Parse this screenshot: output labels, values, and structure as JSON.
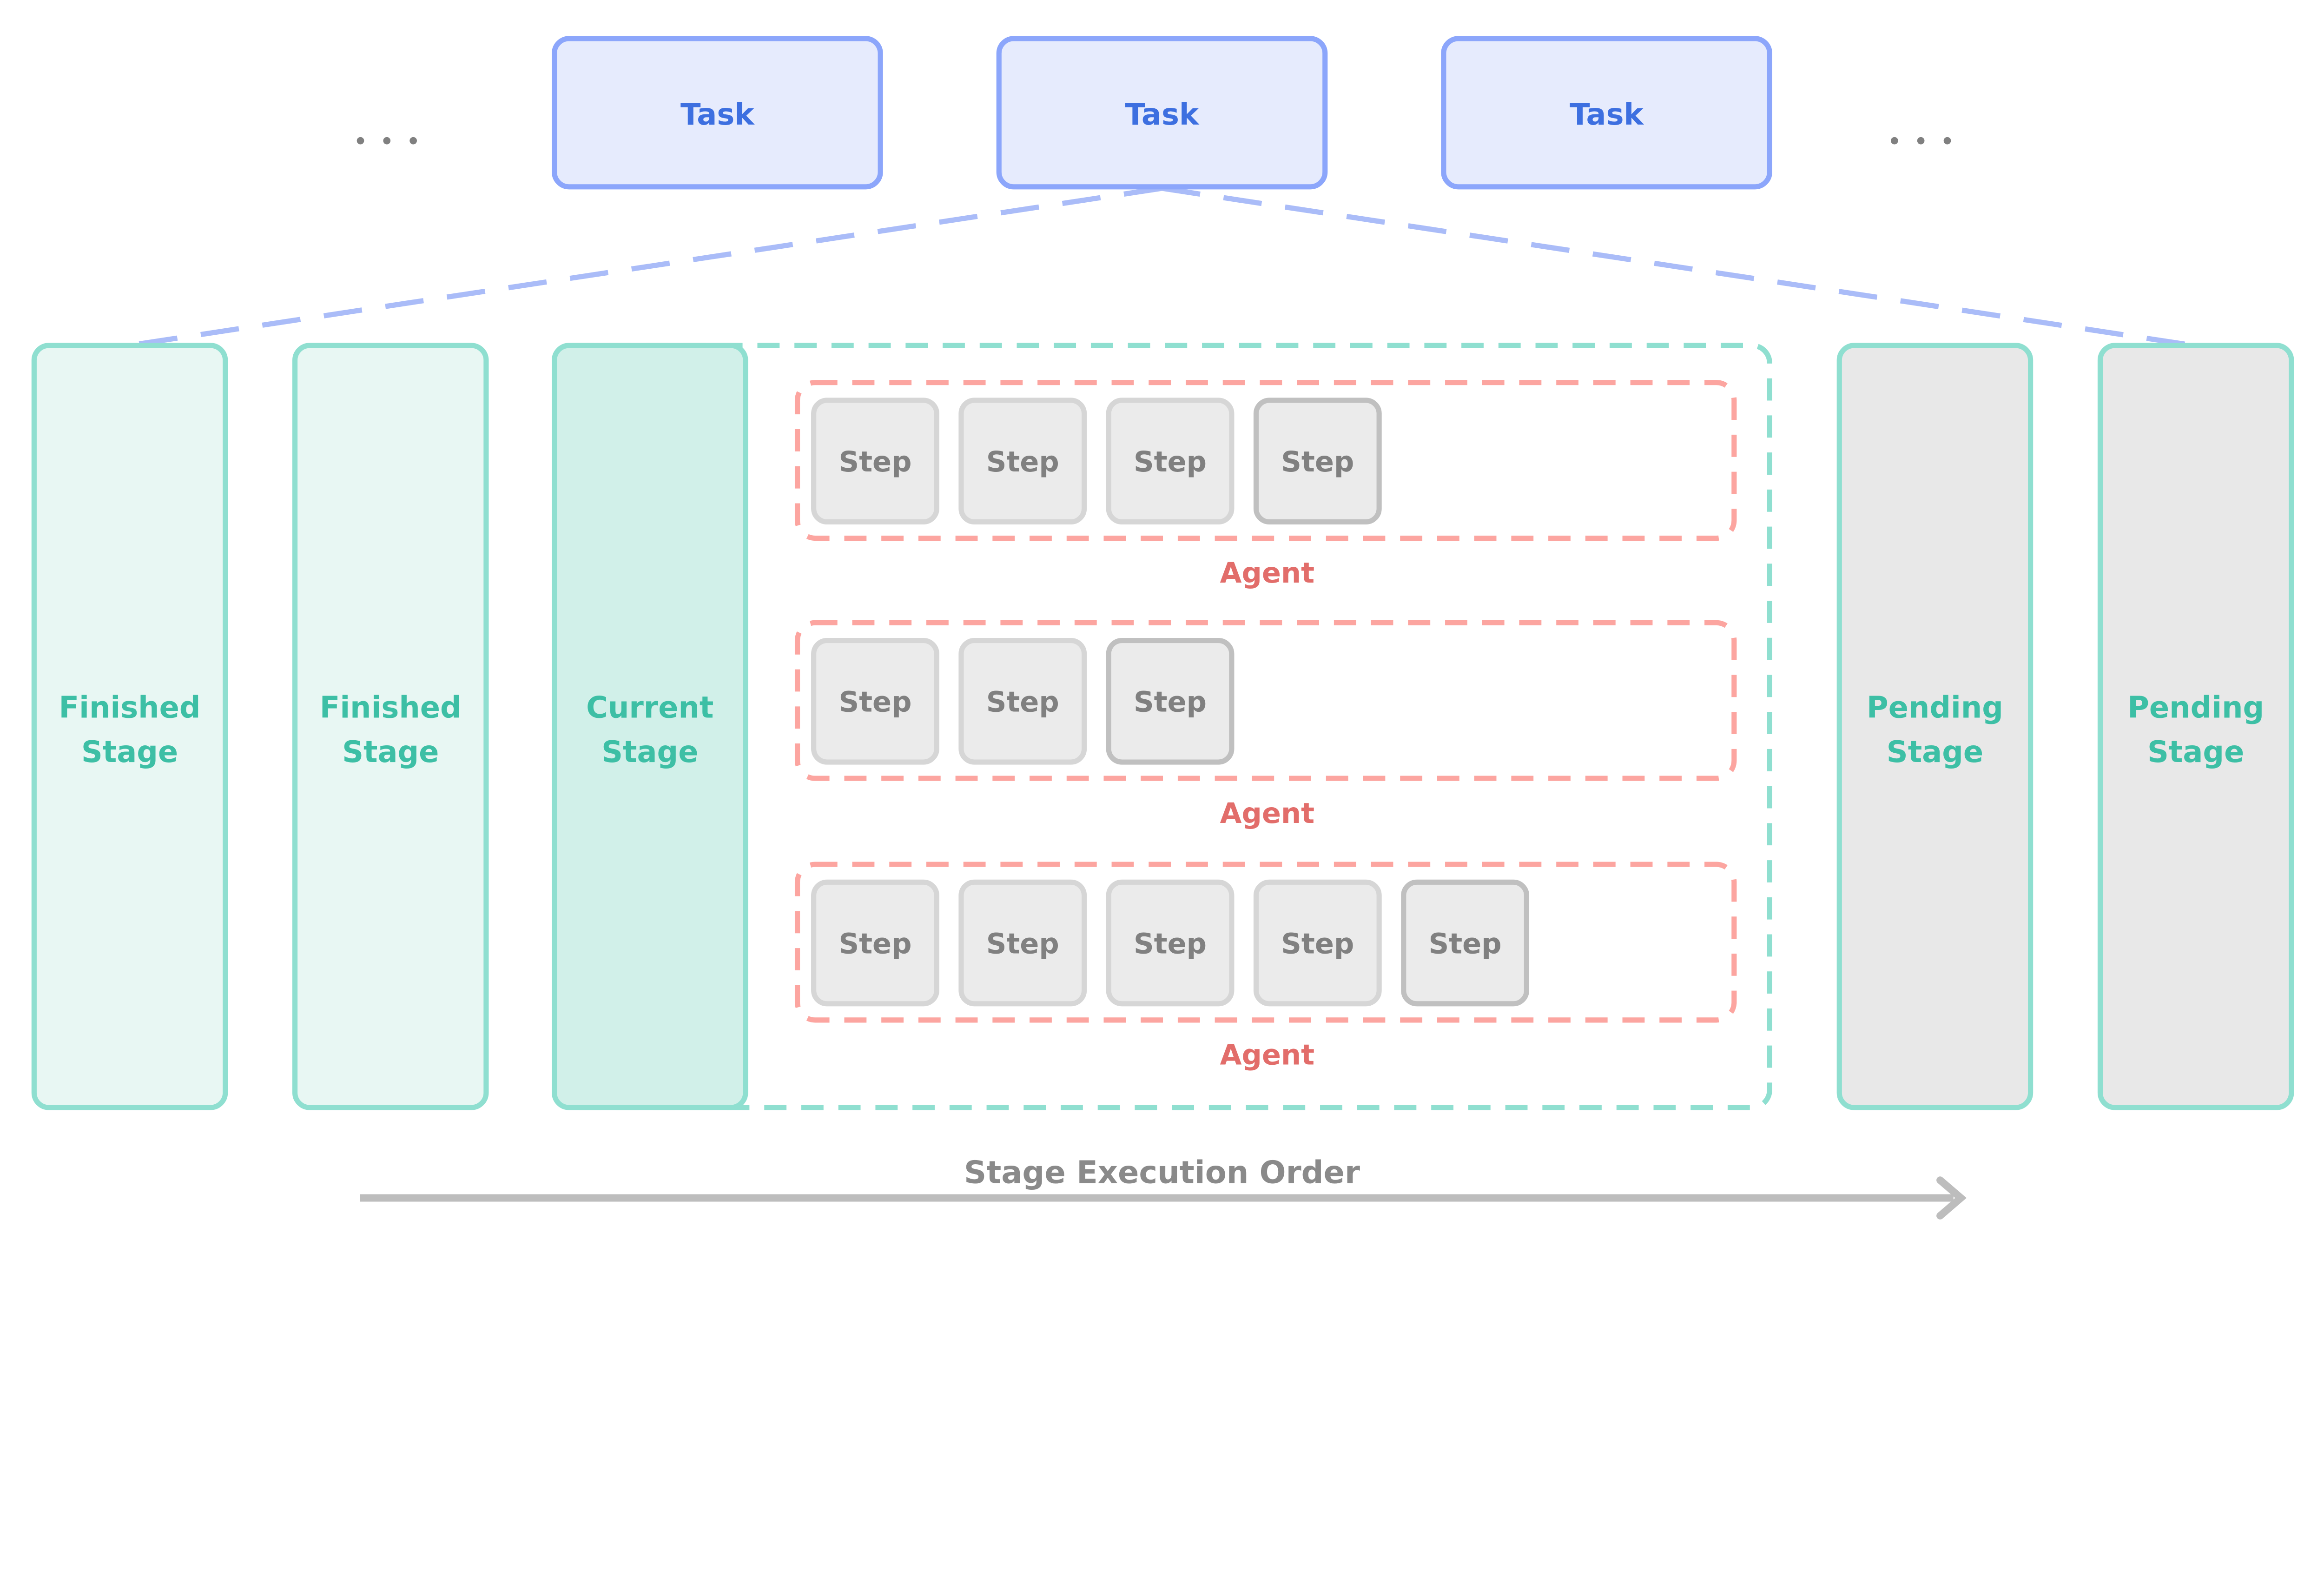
{
  "colors": {
    "task_fill": "#e6ebfd",
    "task_border": "#8ca6fb",
    "task_text": "#3d6fe0",
    "task_link": "#aabcf8",
    "stage_border": "#8fdfd0",
    "finished_fill": "#e8f7f3",
    "current_fill": "#d1f0e9",
    "stage_text": "#3dbfa5",
    "pending_fill": "#e8e8e8",
    "agent_border": "#fca5a0",
    "agent_text": "#e26d6a",
    "step_fill": "#ebebeb",
    "step_border": "#d6d6d6",
    "step_border_active": "#c0c0c0",
    "step_text": "#808080",
    "arrow": "#bdbdbd",
    "arrow_text": "#8a8a8a",
    "ellipsis": "#808080"
  },
  "tasks": [
    {
      "label": "Task"
    },
    {
      "label": "Task"
    },
    {
      "label": "Task"
    }
  ],
  "ellipsis": "• • •",
  "stages": [
    {
      "line1": "Finished",
      "line2": "Stage",
      "status": "finished"
    },
    {
      "line1": "Finished",
      "line2": "Stage",
      "status": "finished"
    },
    {
      "line1": "Current",
      "line2": "Stage",
      "status": "current"
    },
    {
      "line1": "Pending",
      "line2": "Stage",
      "status": "pending"
    },
    {
      "line1": "Pending",
      "line2": "Stage",
      "status": "pending"
    }
  ],
  "agents": [
    {
      "label": "Agent",
      "steps": [
        "Step",
        "Step",
        "Step",
        "Step"
      ]
    },
    {
      "label": "Agent",
      "steps": [
        "Step",
        "Step",
        "Step"
      ]
    },
    {
      "label": "Agent",
      "steps": [
        "Step",
        "Step",
        "Step",
        "Step",
        "Step"
      ]
    }
  ],
  "axis_label": "Stage Execution Order"
}
